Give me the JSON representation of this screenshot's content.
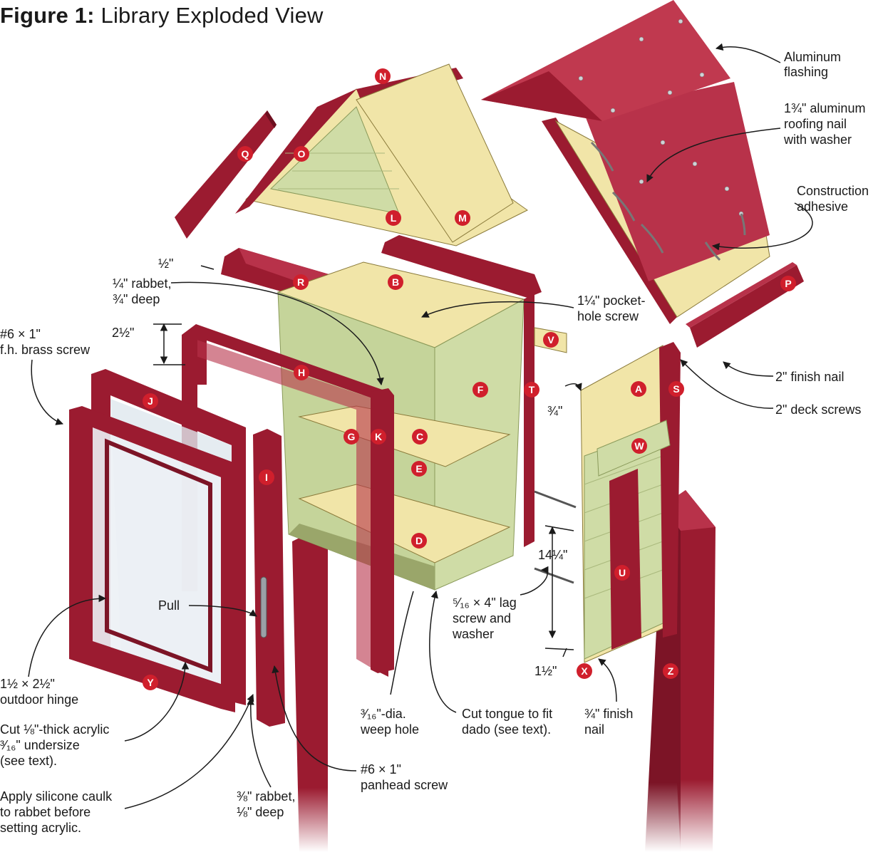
{
  "title": {
    "bold": "Figure 1:",
    "rest": "Library Exploded View"
  },
  "parts": [
    "A",
    "B",
    "C",
    "D",
    "E",
    "F",
    "G",
    "H",
    "I",
    "J",
    "K",
    "L",
    "M",
    "N",
    "O",
    "P",
    "Q",
    "R",
    "S",
    "T",
    "U",
    "V",
    "W",
    "X",
    "Y",
    "Z"
  ],
  "callouts": {
    "aluminum_flashing": [
      "Aluminum",
      "flashing"
    ],
    "roofing_nail": [
      "1¾\" aluminum",
      "roofing nail",
      "with washer"
    ],
    "construction_adhesive": [
      "Construction",
      "adhesive"
    ],
    "finish_nail_2": [
      "2\" finish nail"
    ],
    "deck_screws": [
      "2\" deck screws"
    ],
    "pocket_hole_screw": [
      "1¼\" pocket-",
      "hole screw"
    ],
    "half_inch": [
      "½\""
    ],
    "rabbet_quarter": [
      "¼\" rabbet,",
      "¾\" deep"
    ],
    "two_and_half": [
      "2½\""
    ],
    "brass_screw": [
      "#6 × 1\"",
      "f.h. brass screw"
    ],
    "three_quarter": [
      "¾\""
    ],
    "fourteen_quarter": [
      "14¼\""
    ],
    "lag_screw": [
      "⁵⁄₁₆ × 4\" lag",
      "screw and",
      "washer"
    ],
    "one_and_half": [
      "1½\""
    ],
    "pull": [
      "Pull"
    ],
    "hinge": [
      "1½ × 2½\"",
      "outdoor hinge"
    ],
    "acrylic": [
      "Cut ⅛\"-thick acrylic",
      "³⁄₁₆\" undersize",
      "(see text)."
    ],
    "silicone": [
      "Apply silicone caulk",
      "to rabbet before",
      "setting acrylic."
    ],
    "rabbet_three_eighths": [
      "⅜\" rabbet,",
      "⅛\" deep"
    ],
    "panhead_screw": [
      "#6 × 1\"",
      "panhead screw"
    ],
    "weep_hole": [
      "³⁄₁₆\"-dia.",
      "weep hole"
    ],
    "cut_tongue": [
      "Cut tongue to fit",
      "dado (see text)."
    ],
    "finish_nail_34": [
      "¾\" finish",
      "nail"
    ]
  },
  "colors": {
    "red": "#9b1b30",
    "redDark": "#6e1020",
    "redLight": "#b8324a",
    "plywood": "#f1e5a8",
    "green": "#cfdca6",
    "greenDark": "#b5c98a",
    "badge": "#d01f2c",
    "steel": "#9aa0a6"
  }
}
